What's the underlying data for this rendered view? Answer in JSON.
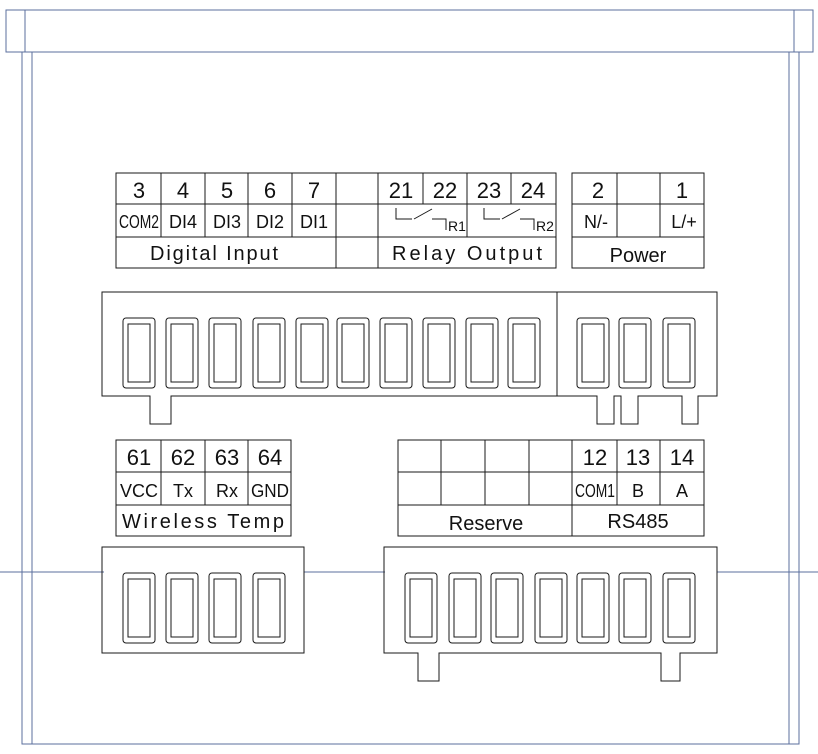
{
  "top_terminals": {
    "digital_input": {
      "caption": "Digital Input",
      "numbers": [
        "3",
        "4",
        "5",
        "6",
        "7"
      ],
      "labels": [
        "COM2",
        "DI4",
        "DI3",
        "DI2",
        "DI1"
      ]
    },
    "relay_output": {
      "caption": "Relay Output",
      "numbers": [
        "21",
        "22",
        "23",
        "24"
      ],
      "relay_labels": [
        "R1",
        "R2"
      ]
    },
    "power": {
      "caption": "Power",
      "numbers": [
        "2",
        "1"
      ],
      "labels": [
        "N/-",
        "L/+"
      ]
    }
  },
  "bottom_terminals": {
    "wireless_temp": {
      "caption": "Wireless Temp",
      "numbers": [
        "61",
        "62",
        "63",
        "64"
      ],
      "labels": [
        "VCC",
        "Tx",
        "Rx",
        "GND"
      ]
    },
    "reserve": {
      "caption": "Reserve"
    },
    "rs485": {
      "caption": "RS485",
      "numbers": [
        "12",
        "13",
        "14"
      ],
      "labels": [
        "COM1",
        "B",
        "A"
      ]
    }
  },
  "colors": {
    "outline": "#5b6f9e",
    "ink": "#1a1a1a"
  }
}
